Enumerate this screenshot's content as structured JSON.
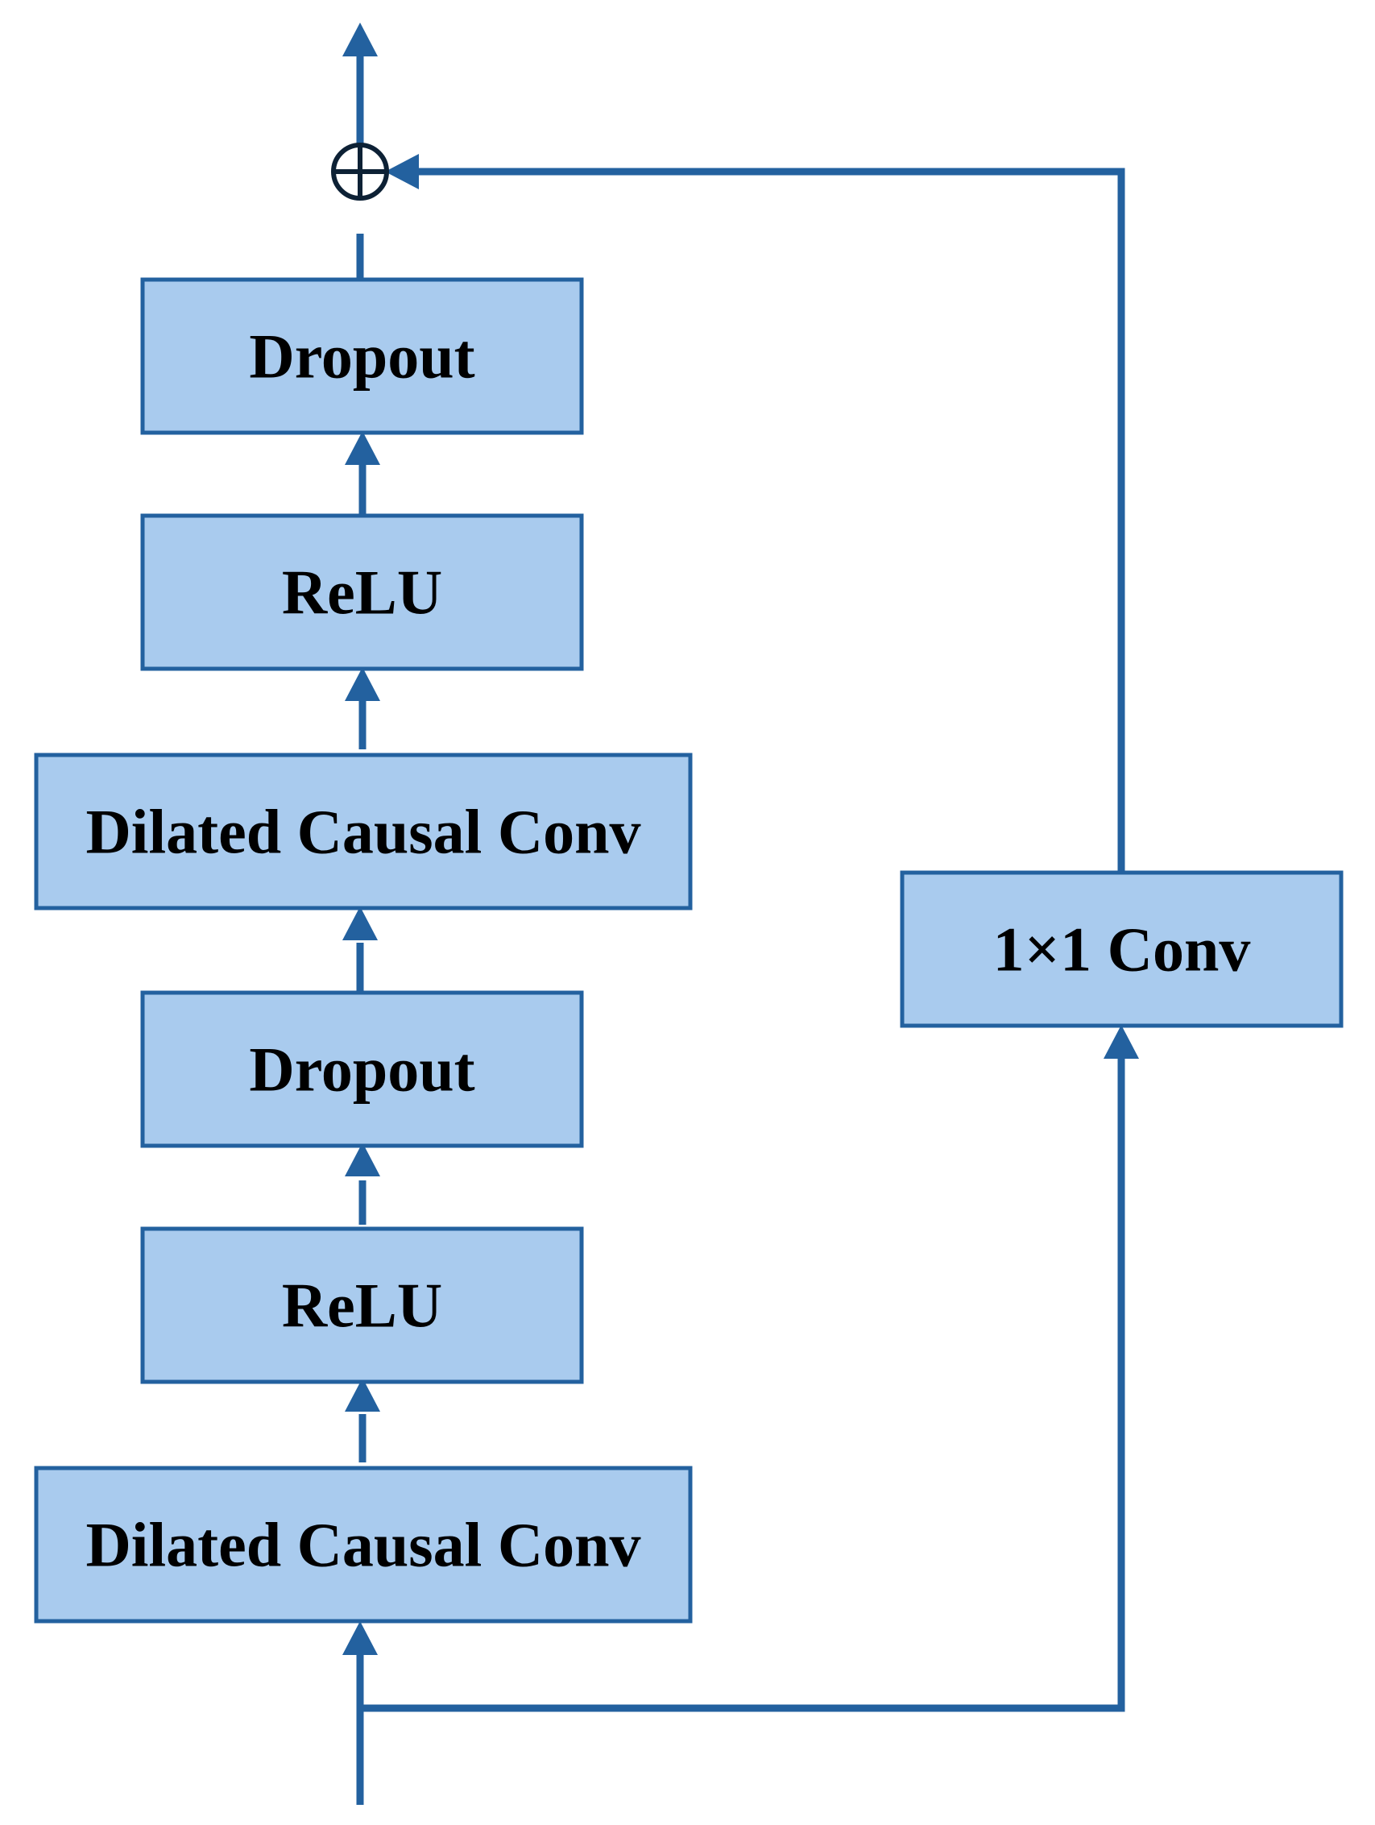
{
  "blocks": [
    {
      "id": "dropout-top",
      "label": "Dropout"
    },
    {
      "id": "relu-top",
      "label": "ReLU"
    },
    {
      "id": "dilated-conv-top",
      "label": "Dilated Causal Conv"
    },
    {
      "id": "dropout-bottom",
      "label": "Dropout"
    },
    {
      "id": "relu-bottom",
      "label": "ReLU"
    },
    {
      "id": "dilated-conv-bottom",
      "label": "Dilated Causal Conv"
    },
    {
      "id": "one-by-one-conv",
      "label": "1×1 Conv"
    }
  ],
  "colors": {
    "box_fill": "#a9cbee",
    "line": "#23619f",
    "text": "#000000",
    "sum_node": "#0d2135"
  }
}
